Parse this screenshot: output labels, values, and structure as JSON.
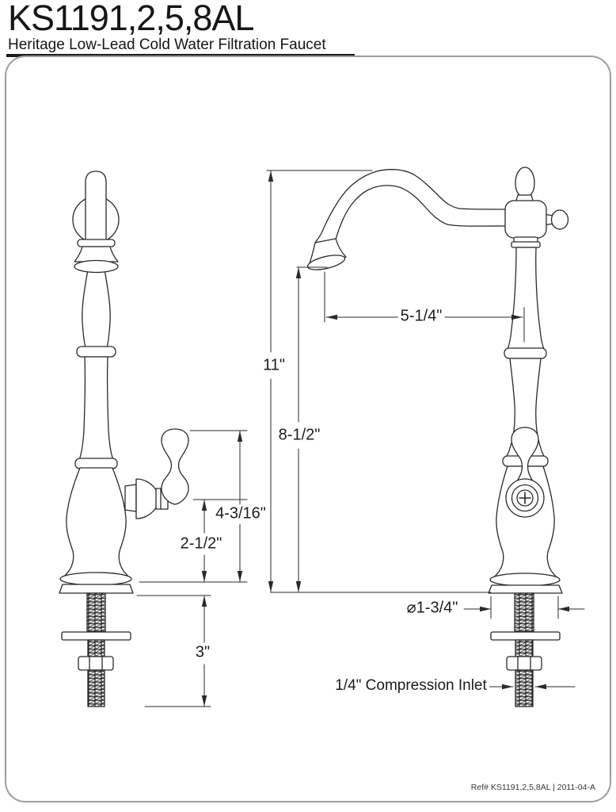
{
  "header": {
    "model": "KS1191,2,5,8AL",
    "subtitle": "Heritage Low-Lead Cold Water Filtration Faucet"
  },
  "dimensions": {
    "overall_height": "11\"",
    "spout_height": "8-1/2\"",
    "spout_reach": "5-1/4\"",
    "handle_height": "4-3/16\"",
    "deck_to_valve_center": "2-1/2\"",
    "shank_length": "3\"",
    "base_diameter": "⌀1-3/4\"",
    "inlet": "1/4\" Compression Inlet"
  },
  "footer": {
    "ref": "Ref# KS1191,2,5,8AL | 2011-04-A"
  },
  "colors": {
    "line": "#2a2a2a",
    "frame": "#9d9d9d",
    "text": "#161616"
  }
}
